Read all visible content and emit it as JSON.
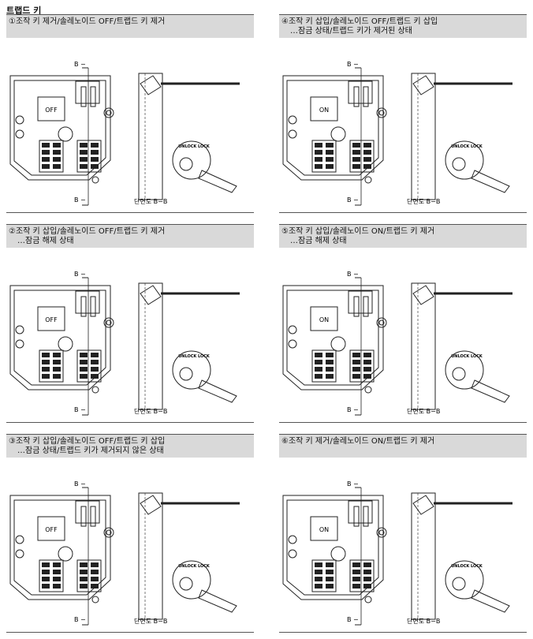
{
  "page_title": "트랩드 키",
  "section_label": "단면도 B−B",
  "mark_b": "B",
  "plate_lock": "UNLOCK  LOCK",
  "panels": [
    {
      "line1": "①조작 키 제거/솔레노이드 OFF/트랩드 키 제거",
      "line2": "",
      "state": "OFF"
    },
    {
      "line1": "④조작 키 삽입/솔레노이드 OFF/트랩드 키 삽입",
      "line2": "…잠금 상태/트랩드 키가 제거된 상태",
      "state": "ON"
    },
    {
      "line1": "②조작 키 삽입/솔레노이드 OFF/트랩드 키 제거",
      "line2": "…잠금 해제 상태",
      "state": "OFF"
    },
    {
      "line1": "⑤조작 키 삽입/솔레노이드 ON/트랩드 키 제거",
      "line2": "…잠금 해제 상태",
      "state": "ON"
    },
    {
      "line1": "③조작 키 삽입/솔레노이드 OFF/트랩드 키 삽입",
      "line2": "…잠금 상태/트랩드 키가 제거되지 않은 상태",
      "state": "OFF"
    },
    {
      "line1": "⑥조작 키 제거/솔레노이드 ON/트랩드 키 제거",
      "line2": "",
      "state": "ON"
    }
  ]
}
